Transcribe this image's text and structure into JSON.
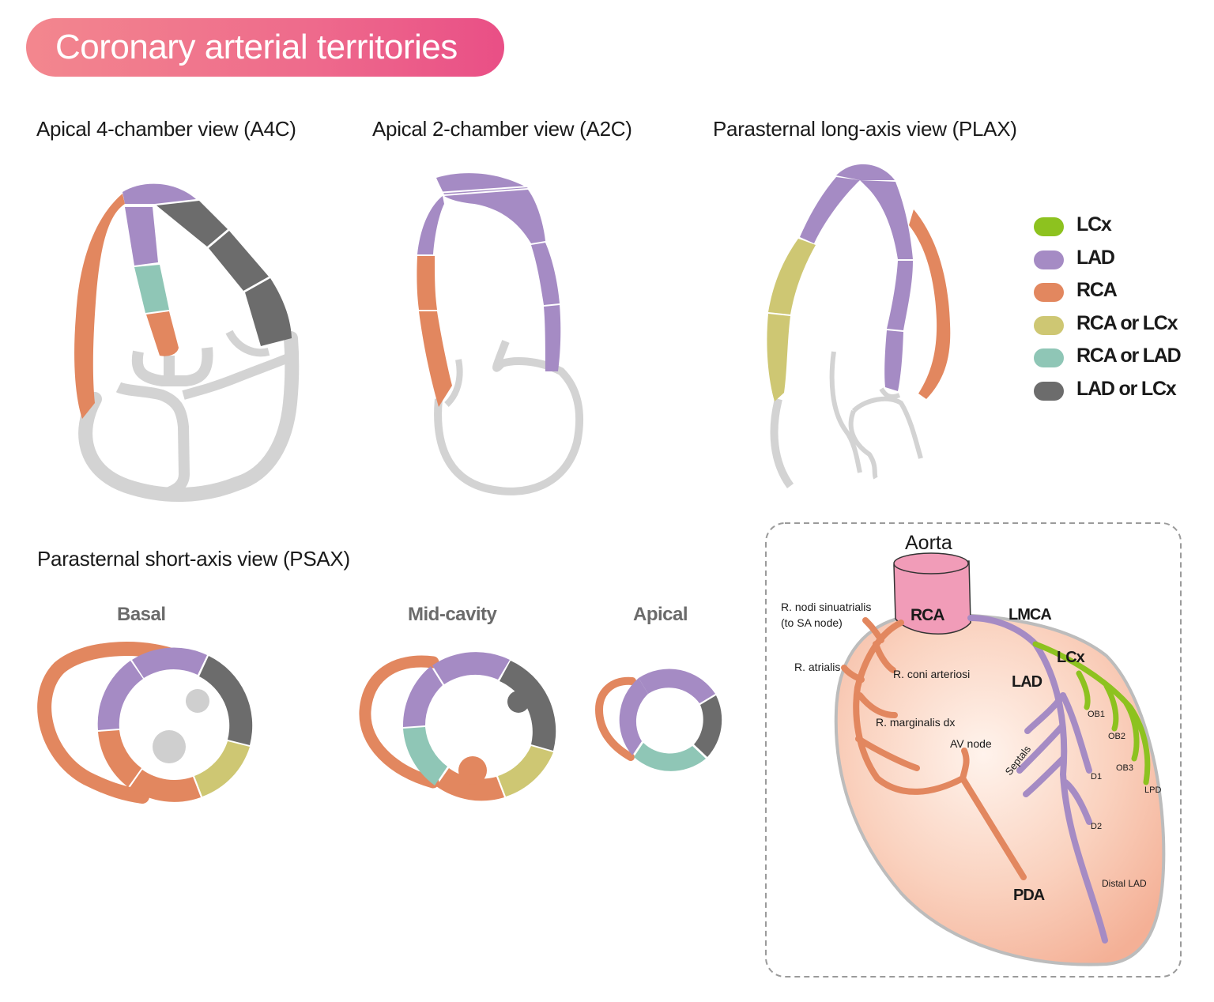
{
  "title": "Coronary arterial territories",
  "views": {
    "a4c": "Apical 4-chamber view (A4C)",
    "a2c": "Apical 2-chamber view (A2C)",
    "plax": "Parasternal long-axis view (PLAX)",
    "psax": "Parasternal short-axis view (PSAX)"
  },
  "psax_levels": {
    "basal": "Basal",
    "mid": "Mid-cavity",
    "apical": "Apical"
  },
  "legend": [
    {
      "label": "LCx",
      "color": "#8dc21f"
    },
    {
      "label": "LAD",
      "color": "#a58bc4"
    },
    {
      "label": "RCA",
      "color": "#e2875f"
    },
    {
      "label": "RCA or LCx",
      "color": "#cec773"
    },
    {
      "label": "RCA or LAD",
      "color": "#8fc6b6"
    },
    {
      "label": "LAD or LCx",
      "color": "#6c6c6c"
    }
  ],
  "colors": {
    "lcx": "#8dc21f",
    "lad": "#a58bc4",
    "rca": "#e2875f",
    "rca_or_lcx": "#cec773",
    "rca_or_lad": "#8fc6b6",
    "lad_or_lcx": "#6c6c6c",
    "wall_grey": "#d3d3d3",
    "aorta": "#f19cb8",
    "heart_fill": "#f9cdb8"
  },
  "heart_labels": {
    "aorta": "Aorta",
    "rca": "RCA",
    "lmca": "LMCA",
    "lcx": "LCx",
    "lad": "LAD",
    "sa_node_1": "R. nodi sinuatrialis",
    "sa_node_2": "(to SA node)",
    "atrialis": "R. atrialis",
    "coni": "R. coni arteriosi",
    "marginalis": "R. marginalis dx",
    "av_node": "AV node",
    "septals": "Septals",
    "ob1": "OB1",
    "ob2": "OB2",
    "ob3": "OB3",
    "lpd": "LPD",
    "d1": "D1",
    "d2": "D2",
    "distal_lad": "Distal LAD",
    "pda": "PDA"
  }
}
